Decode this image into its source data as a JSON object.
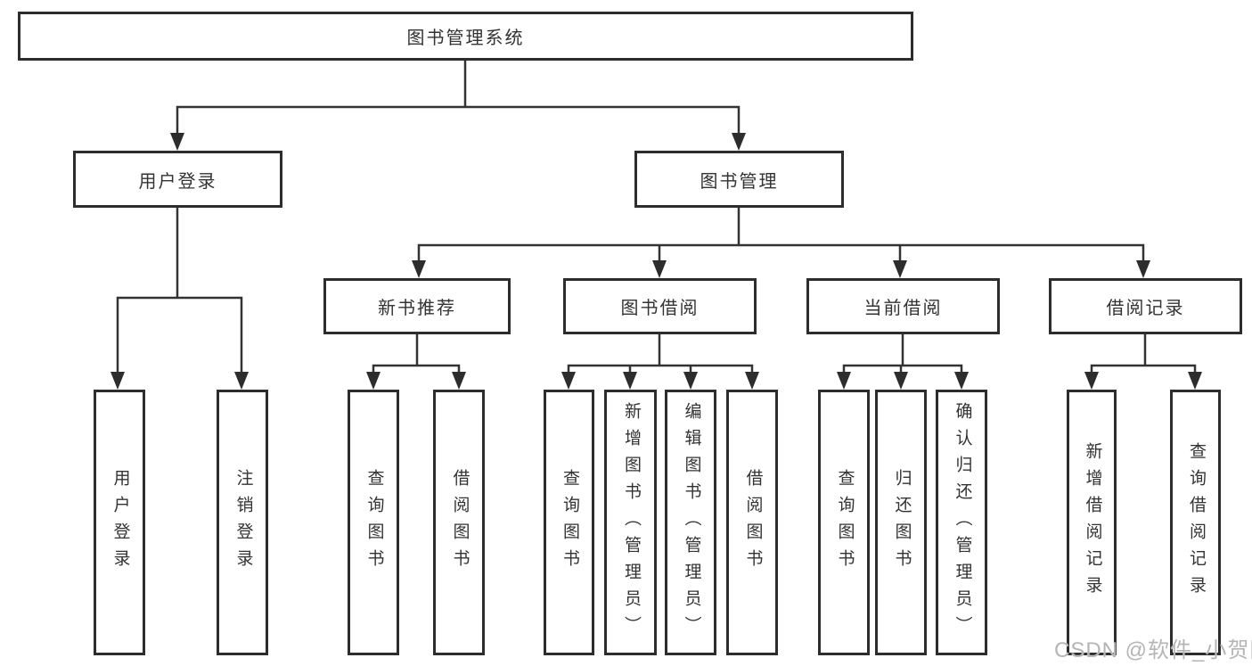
{
  "tree": {
    "label": "图书管理系统",
    "children": [
      {
        "label": "用户登录",
        "children": [
          {
            "label": "用户登录"
          },
          {
            "label": "注销登录"
          }
        ]
      },
      {
        "label": "图书管理",
        "children": [
          {
            "label": "新书推荐",
            "children": [
              {
                "label": "查询图书"
              },
              {
                "label": "借阅图书"
              }
            ]
          },
          {
            "label": "图书借阅",
            "children": [
              {
                "label": "查询图书"
              },
              {
                "label": "新增图书（管理员）"
              },
              {
                "label": "编辑图书（管理员）"
              },
              {
                "label": "借阅图书"
              }
            ]
          },
          {
            "label": "当前借阅",
            "children": [
              {
                "label": "查询图书"
              },
              {
                "label": "归还图书"
              },
              {
                "label": "确认归还（管理员）"
              }
            ]
          },
          {
            "label": "借阅记录",
            "children": [
              {
                "label": "新增借阅记录"
              },
              {
                "label": "查询借阅记录"
              }
            ]
          }
        ]
      }
    ]
  },
  "watermark": {
    "text": "CSDN @软件_小贺同学",
    "color": "#b5b5b5"
  },
  "colors": {
    "background": "#ffffff",
    "box_border": "#2d2d2d",
    "connector_line": "#333333",
    "text": "#333333"
  }
}
